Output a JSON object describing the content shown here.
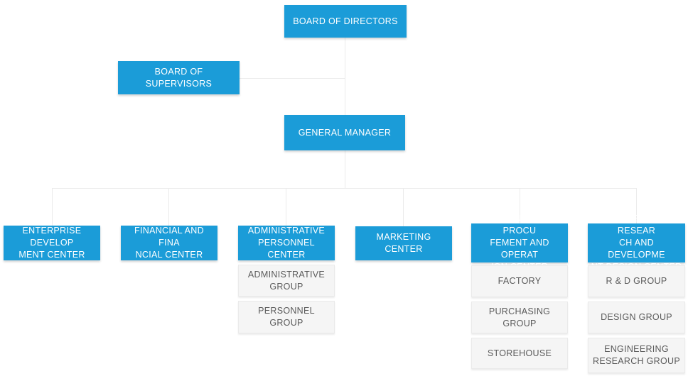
{
  "palette": {
    "department_box": "#1b9cd8",
    "department_text": "#ffffff",
    "group_box": "#f5f5f5",
    "group_border": "#eaeaea",
    "group_text": "#5a5a5a",
    "connector_line": "#ebebeb",
    "canvas_background": "#ffffff"
  },
  "org_chart": {
    "board_of_directors": {
      "label": "BOARD OF DIRECTORS"
    },
    "board_of_supervisors": {
      "label": "BOARD OF SUPERVISORS"
    },
    "general_manager": {
      "label": "GENERAL MANAGER"
    },
    "departments": [
      {
        "label": "ENTERPRISE DEVELOP\nMENT CENTER",
        "groups": []
      },
      {
        "label": "FINANCIAL AND FINA\nNCIAL CENTER",
        "groups": []
      },
      {
        "label": "ADMINISTRATIVE\nPERSONNEL CENTER",
        "groups": [
          {
            "label": "ADMINISTRATIVE\nGROUP"
          },
          {
            "label": "PERSONNEL GROUP"
          }
        ]
      },
      {
        "label": "MARKETING CENTER",
        "groups": []
      },
      {
        "label": "PRODUCTION PROCU\nFEMENT AND OPERAT\nION CENTER",
        "groups": [
          {
            "label": "FACTORY"
          },
          {
            "label": "PURCHASING GROUP"
          },
          {
            "label": "STOREHOUSE"
          }
        ]
      },
      {
        "label": "ENGINEERING RESEAR\nCH AND DEVELOPME\nNT DESIGN CENTER",
        "groups": [
          {
            "label": "R & D GROUP"
          },
          {
            "label": "DESIGN GROUP"
          },
          {
            "label": "ENGINEERING\nRESEARCH GROUP"
          }
        ]
      }
    ]
  }
}
